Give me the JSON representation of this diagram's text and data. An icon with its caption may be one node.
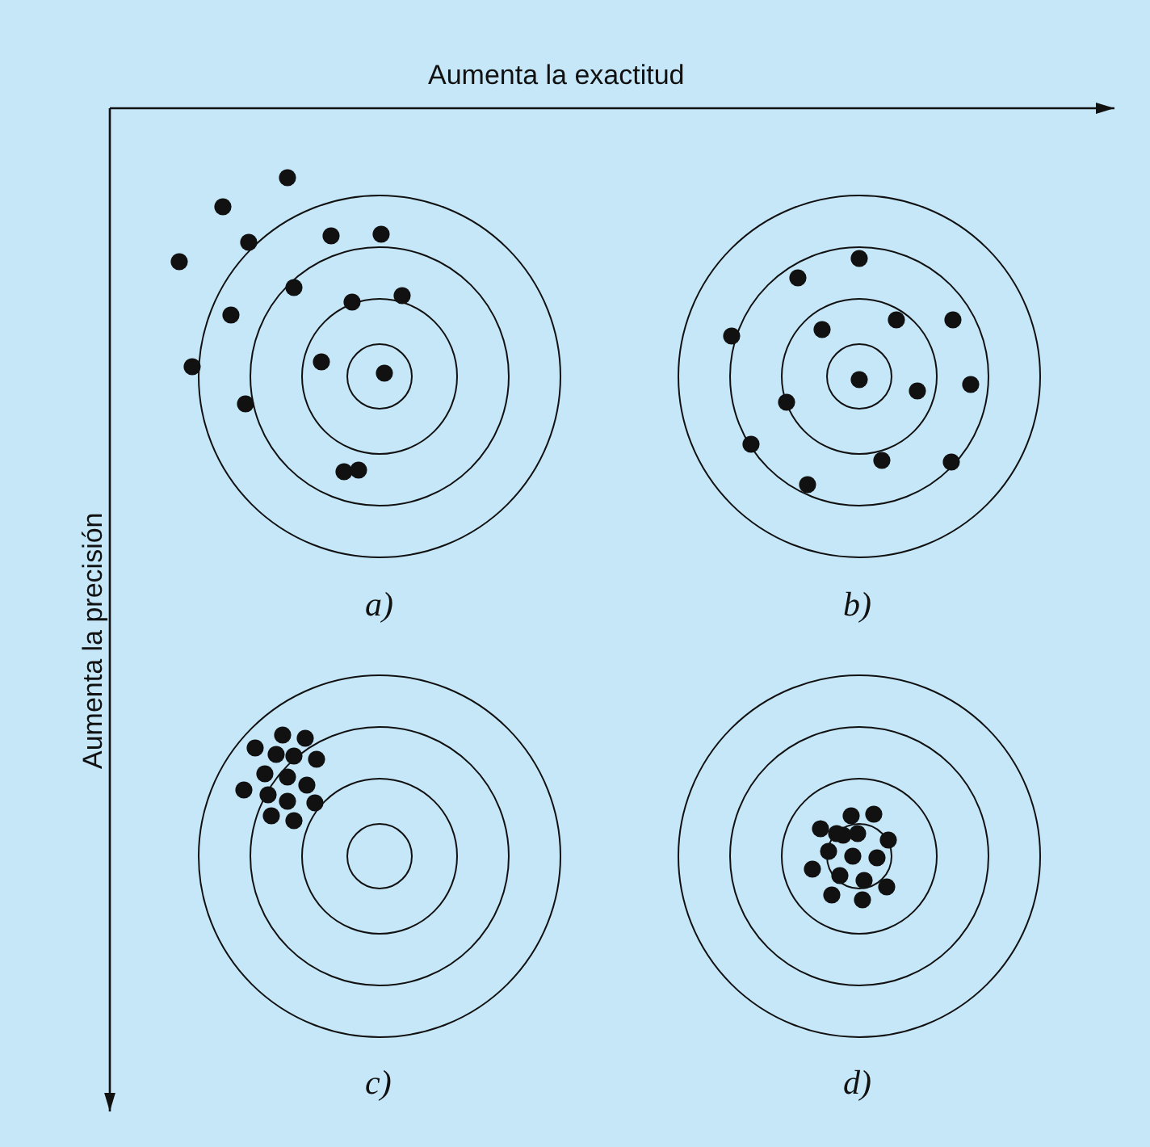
{
  "diagram": {
    "labels": [
      "Aumenta la exactitud",
      "Aumenta la precisión",
      "a)",
      "b)",
      "c)",
      "d)"
    ]
  }
}
